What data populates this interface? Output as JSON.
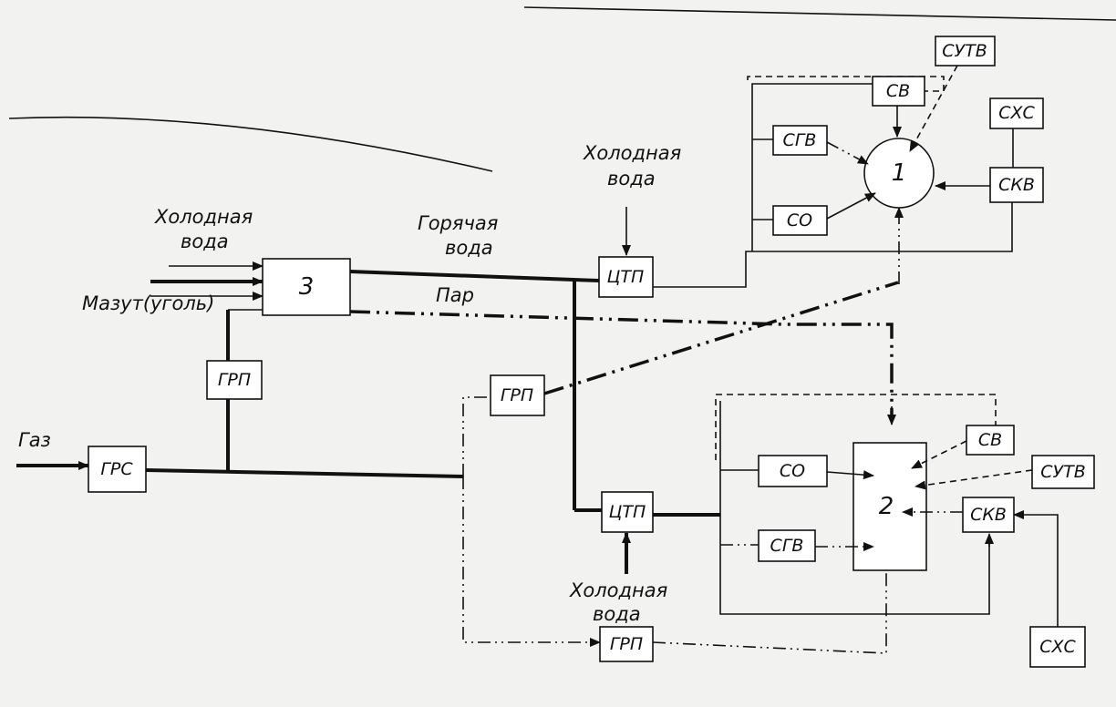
{
  "labels": {
    "cold_water_left": [
      "Холодная",
      "вода"
    ],
    "hot_water": [
      "Горячая",
      "вода"
    ],
    "cold_water_top": [
      "Холодная",
      "вода"
    ],
    "cold_water_bottom": [
      "Холодная",
      "вода"
    ],
    "mazut": "Мазут(уголь)",
    "steam": "Пар",
    "gas": "Газ"
  },
  "nodes": {
    "plant": "3",
    "grp_left": "ГРП",
    "grs": "ГРС",
    "grp_mid": "ГРП",
    "grp_bottom": "ГРП",
    "ctp_top": "ЦТП",
    "ctp_bottom": "ЦТП",
    "consumer1": "1",
    "consumer2": "2",
    "sv_top": "СВ",
    "sgv_top": "СГВ",
    "so_top": "СО",
    "sutv_top": "СУТВ",
    "shs_top": "СХС",
    "skv_top": "СКВ",
    "so_bottom": "СО",
    "sgv_bottom": "СГВ",
    "sv_bottom": "СВ",
    "sutv_bottom": "СУТВ",
    "skv_bottom": "СКВ",
    "shs_bottom": "СХС"
  }
}
